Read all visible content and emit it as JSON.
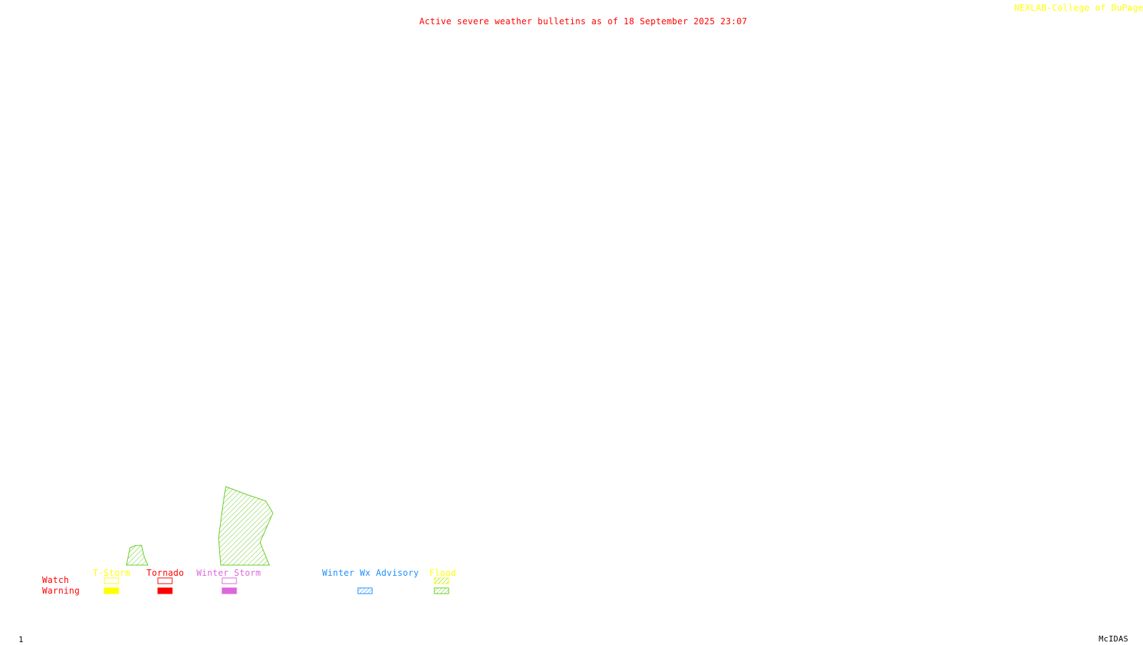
{
  "header": {
    "title": "Active severe weather bulletins as of 18 September 2025 23:07",
    "credit": "NEXLAB-College of DuPage R"
  },
  "legend": {
    "row_labels": {
      "watch": "Watch",
      "warning": "Warning"
    },
    "categories": [
      {
        "label": "T-Storm",
        "watch_style": "outline",
        "warning_style": "solid"
      },
      {
        "label": "Tornado",
        "watch_style": "outline",
        "warning_style": "solid"
      },
      {
        "label": "Winter Storm",
        "watch_style": "outline",
        "warning_style": "solid"
      },
      {
        "label": "Winter Wx Advisory",
        "watch_style": "none",
        "warning_style": "hatched"
      },
      {
        "label": "Flood",
        "watch_style": "hatched",
        "warning_style": "hatched"
      }
    ]
  },
  "colors": {
    "title": "#ff0000",
    "credit": "#ffff00",
    "tstorm": "#ffff00",
    "tornado": "#ff0000",
    "winter_storm": "#dd66dd",
    "winter_wx_advisory": "#1e90ff",
    "flood": "#66cc22",
    "row_label": "#ff0000",
    "footer": "#000000"
  },
  "map_features": [
    {
      "type": "flood-warning-polygon",
      "label": "small-flood-polygon"
    },
    {
      "type": "flood-warning-polygon",
      "label": "large-flood-polygon"
    }
  ],
  "footer": {
    "frame_number": "1",
    "software": "McIDAS"
  }
}
